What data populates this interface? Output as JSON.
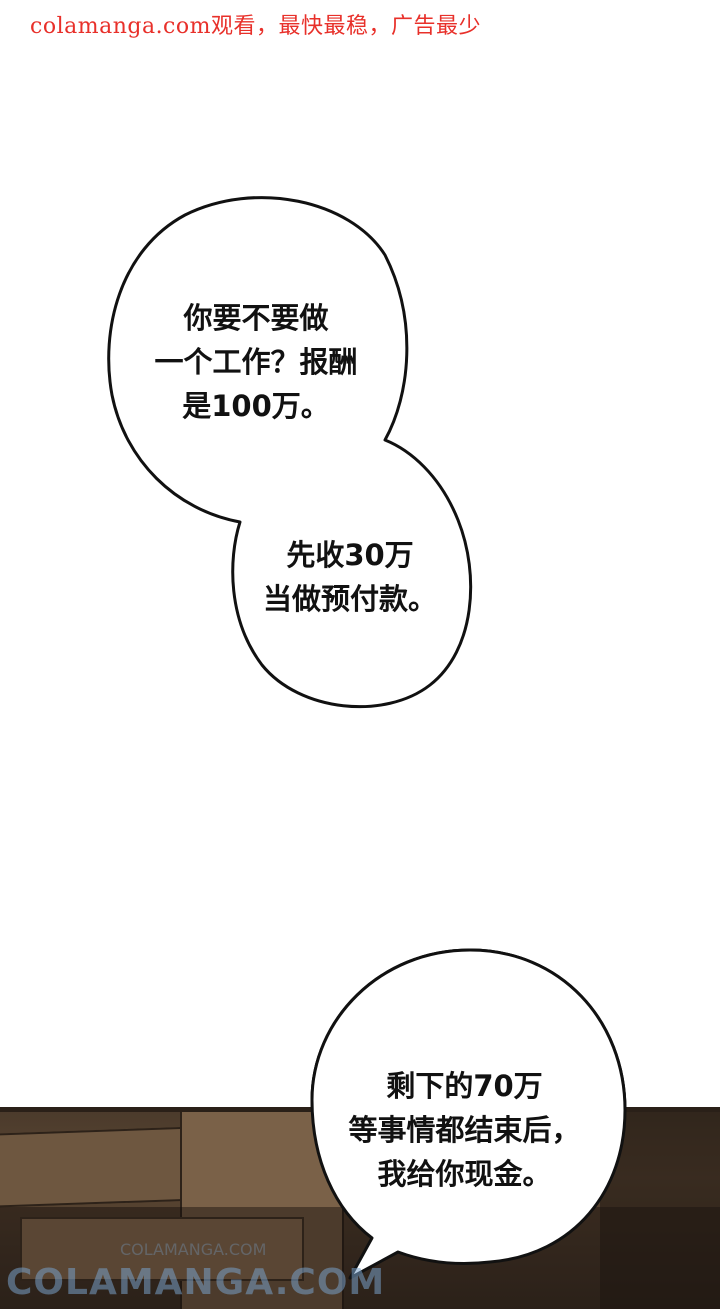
{
  "banner": {
    "text": "colamanga.com观看，最快最稳，广告最少",
    "color": "#e8302a"
  },
  "bubbles": {
    "first": {
      "lines": [
        "你要不要做",
        "一个工作？报酬",
        "是100万。"
      ]
    },
    "second": {
      "lines": [
        "先收30万",
        "当做预付款。"
      ]
    },
    "third": {
      "lines": [
        "剩下的70万",
        "等事情都结束后，",
        "我给你现金。"
      ]
    }
  },
  "watermark": {
    "text": "COLAMANGA.COM",
    "small_text": "COLAMANGA.COM"
  },
  "colors": {
    "bubble_outline": "#111111",
    "scene_wood": "#5b4633"
  }
}
